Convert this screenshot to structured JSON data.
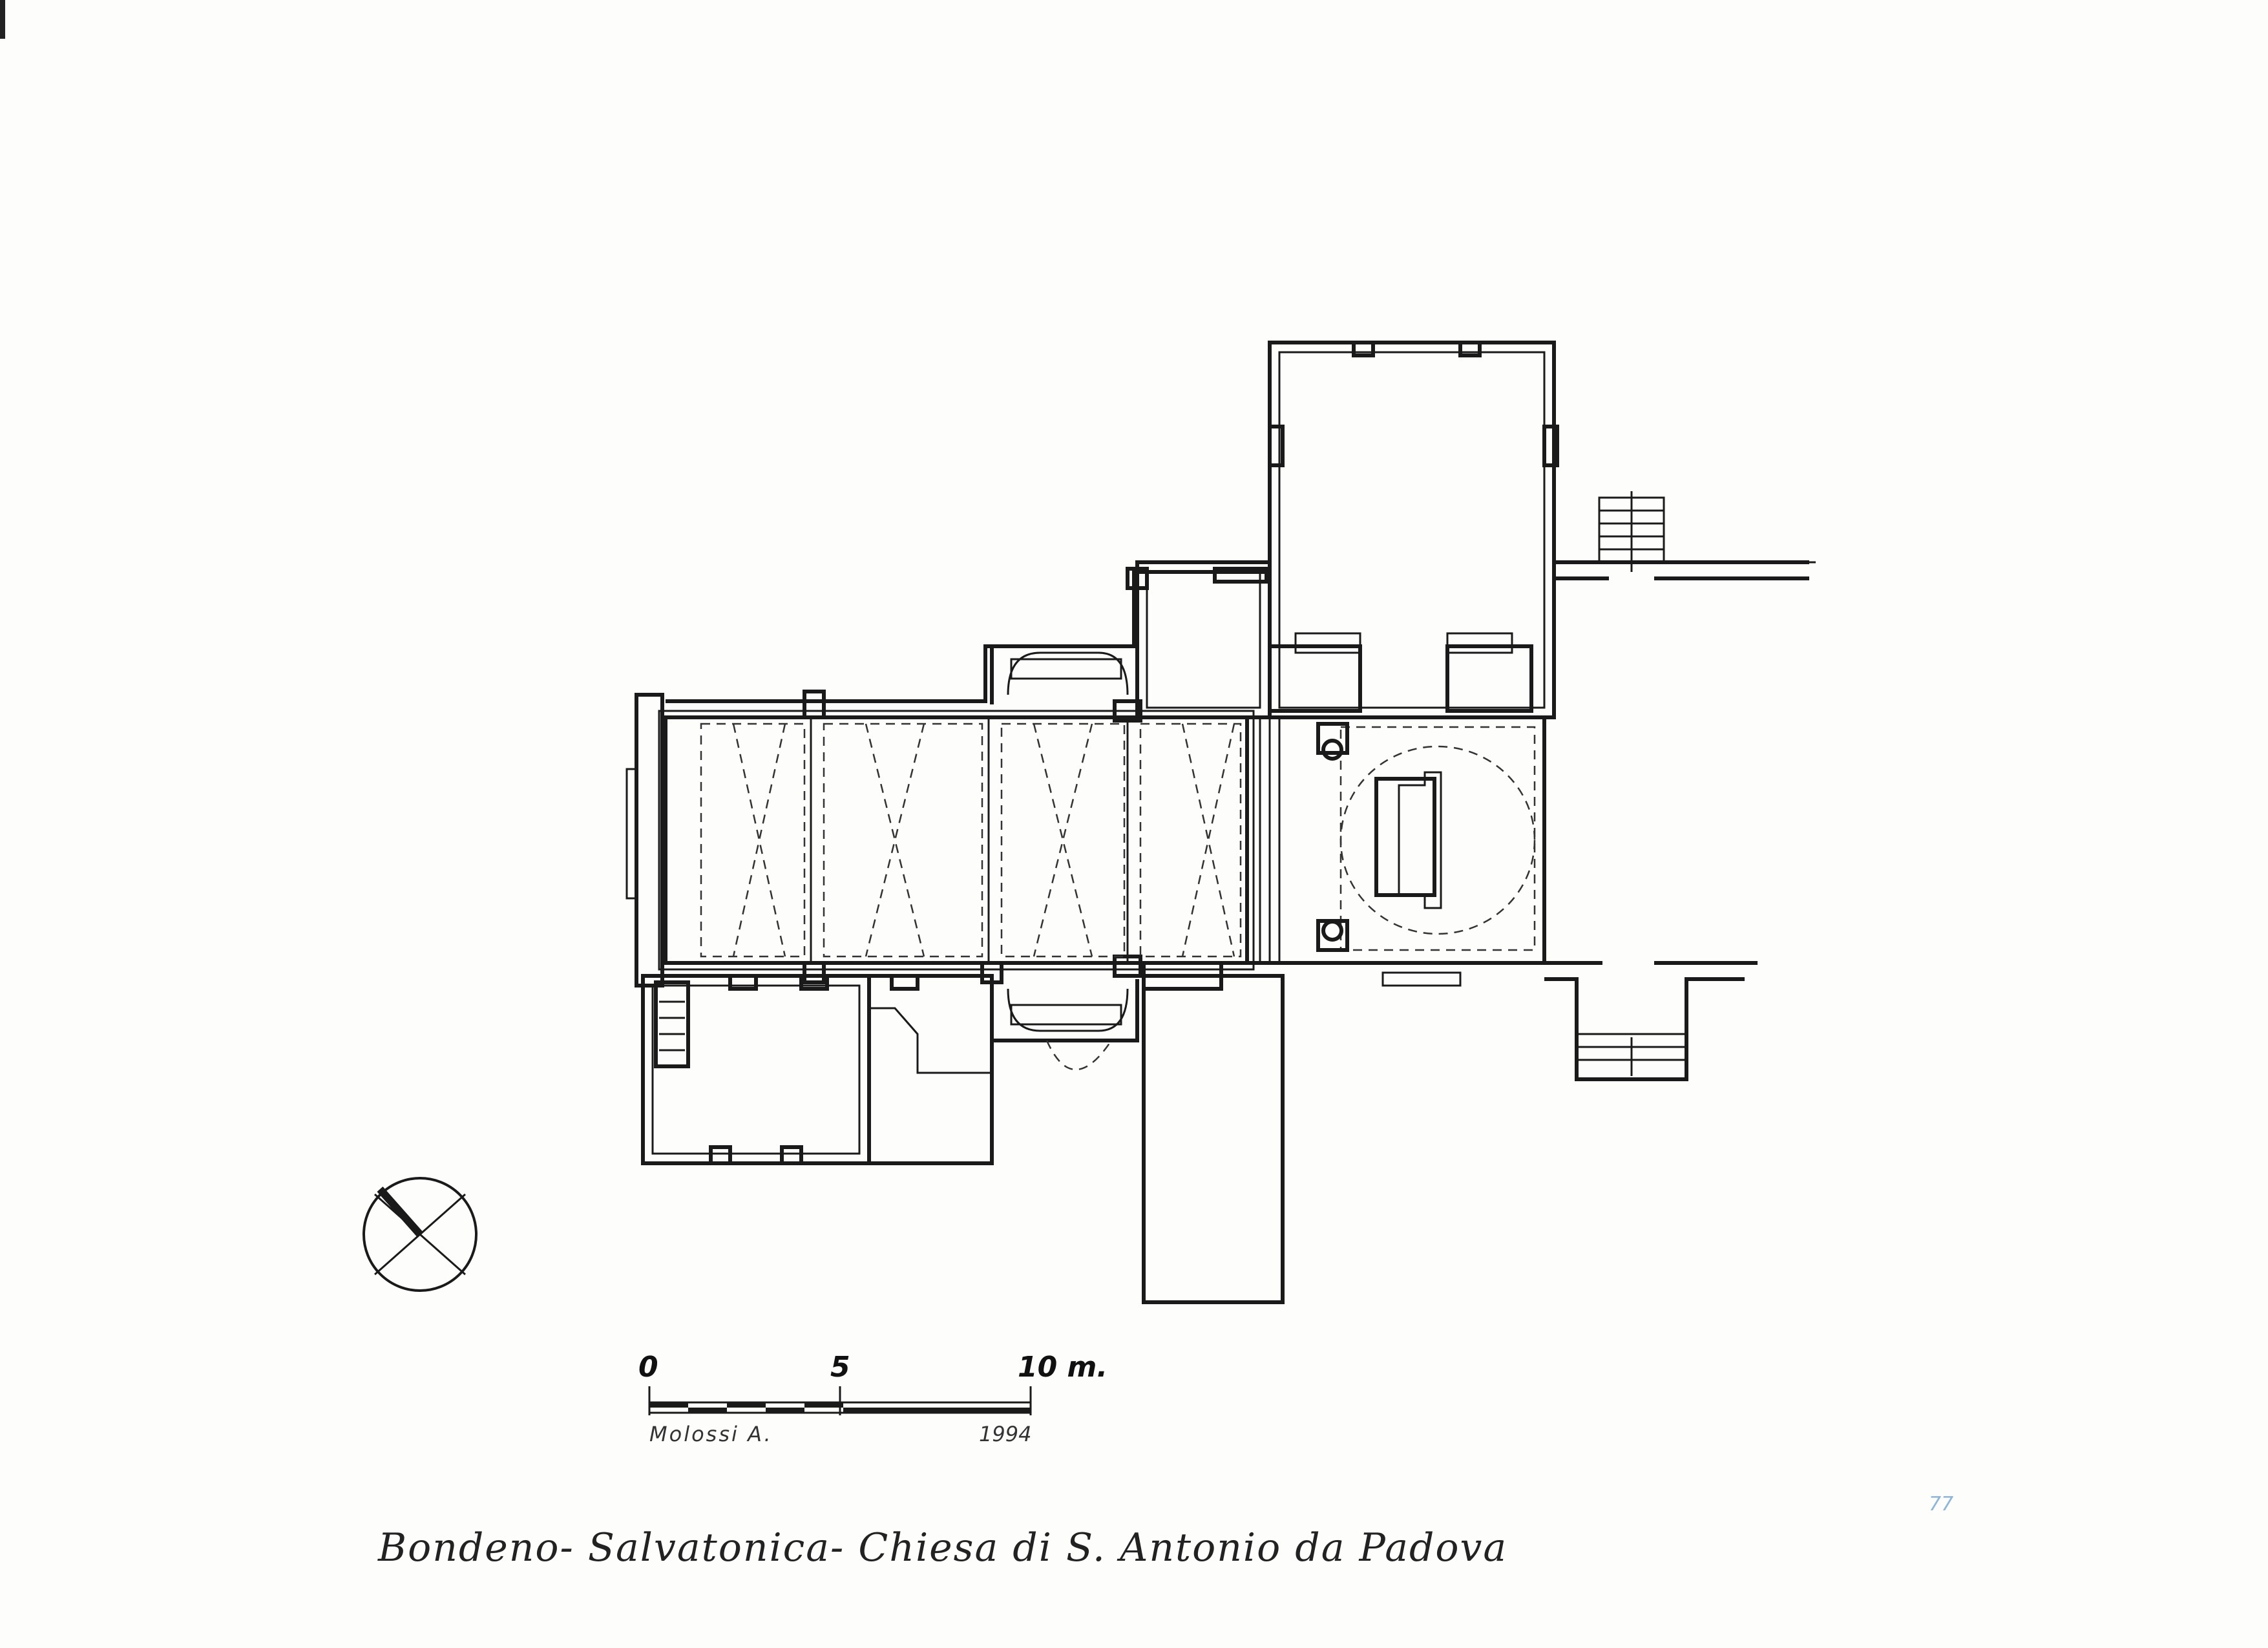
{
  "drawing": {
    "title": "Bondeno- Salvatonica- Chiesa di S. Antonio da Padova",
    "author": "Molossi A.",
    "year": "1994",
    "sheet_mark": "77"
  },
  "scale_bar": {
    "labels": [
      "0",
      "5",
      "10 m."
    ]
  },
  "north_arrow": {
    "icon": "compass-icon"
  },
  "colors": {
    "ink": "#1a1a1a",
    "paper": "#fdfdfc",
    "pencil_mark": "#8fb6d9"
  }
}
